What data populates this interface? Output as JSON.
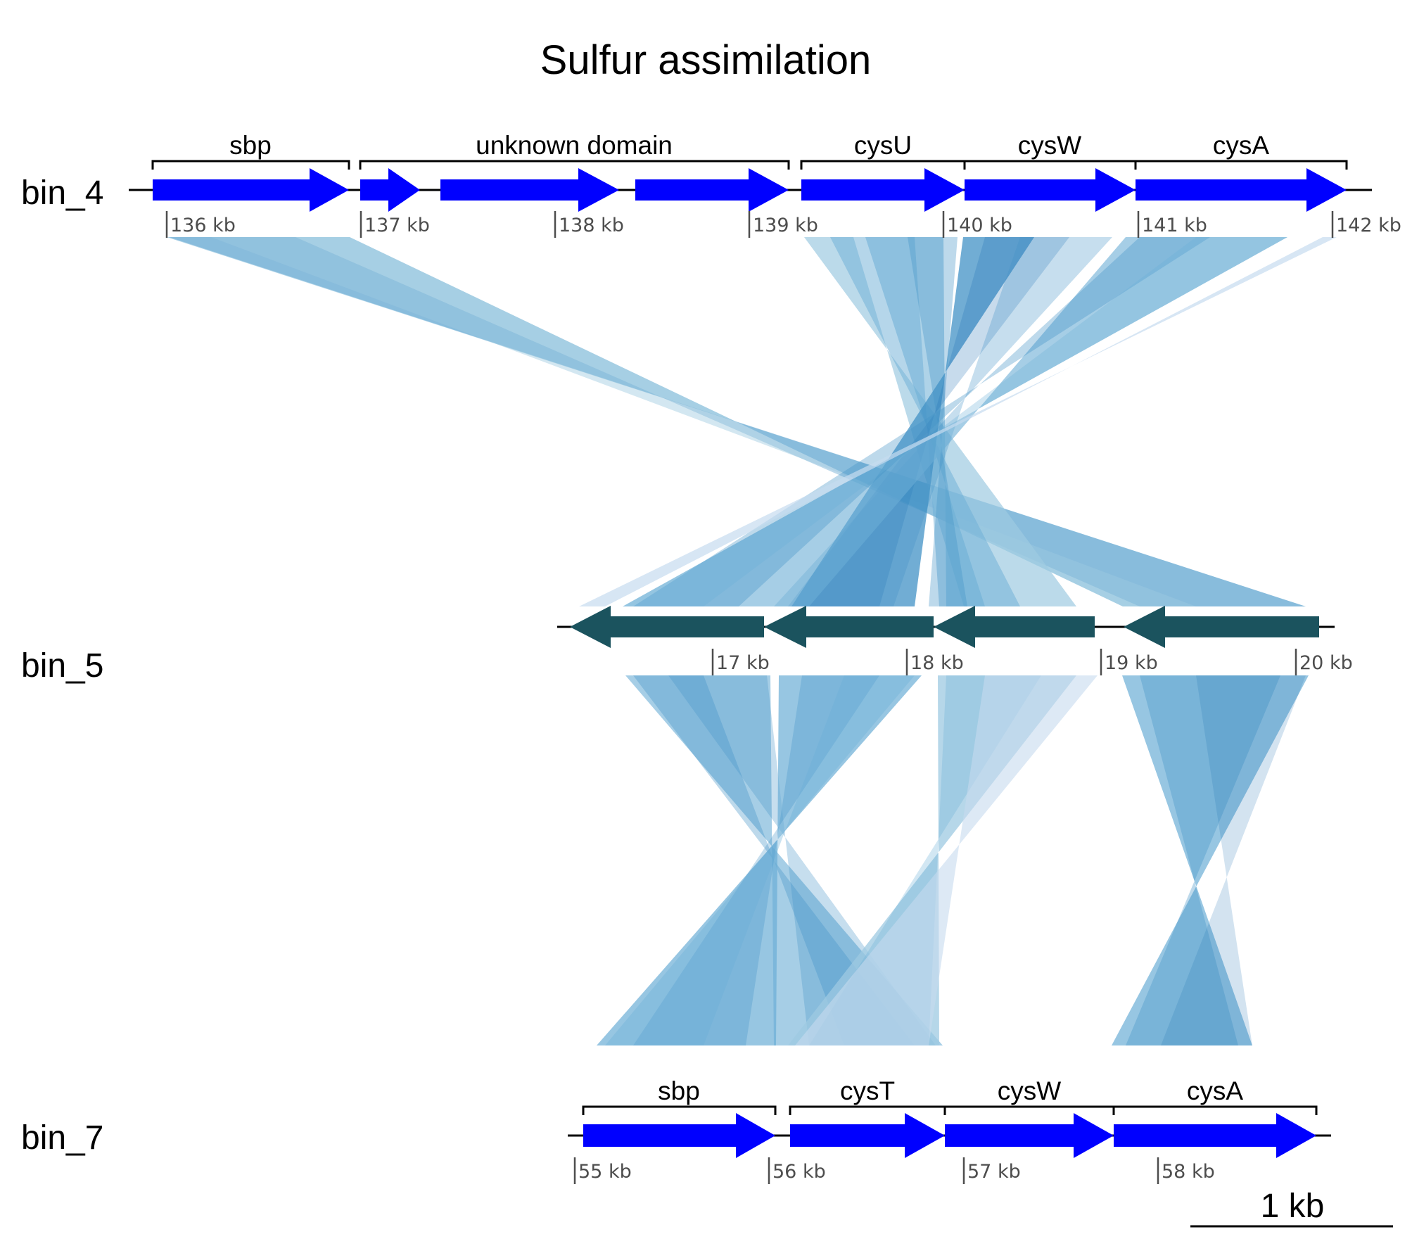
{
  "title": "Sulfur assimilation",
  "colors": {
    "forward_gene": "#0000ff",
    "reverse_gene": "#1b535e",
    "link_palette": [
      "#c6dbef",
      "#9ecae1",
      "#6baed6",
      "#4292c6",
      "#2171b5"
    ],
    "backbone": "#000000",
    "tick": "#4d4d4d"
  },
  "genomes": [
    {
      "name": "bin_4",
      "gene_groups": [
        "sbp",
        "unknown domain",
        "cysU",
        "cysW",
        "cysA"
      ],
      "ticks": [
        "136 kb",
        "137 kb",
        "138 kb",
        "139 kb",
        "140 kb",
        "141 kb",
        "142 kb"
      ]
    },
    {
      "name": "bin_5",
      "gene_groups": [],
      "ticks": [
        "17 kb",
        "18 kb",
        "19 kb",
        "20 kb"
      ]
    },
    {
      "name": "bin_7",
      "gene_groups": [
        "sbp",
        "cysT",
        "cysW",
        "cysA"
      ],
      "ticks": [
        "55 kb",
        "56 kb",
        "57 kb",
        "58 kb"
      ]
    }
  ],
  "scale_bar": {
    "label": "1 kb"
  }
}
